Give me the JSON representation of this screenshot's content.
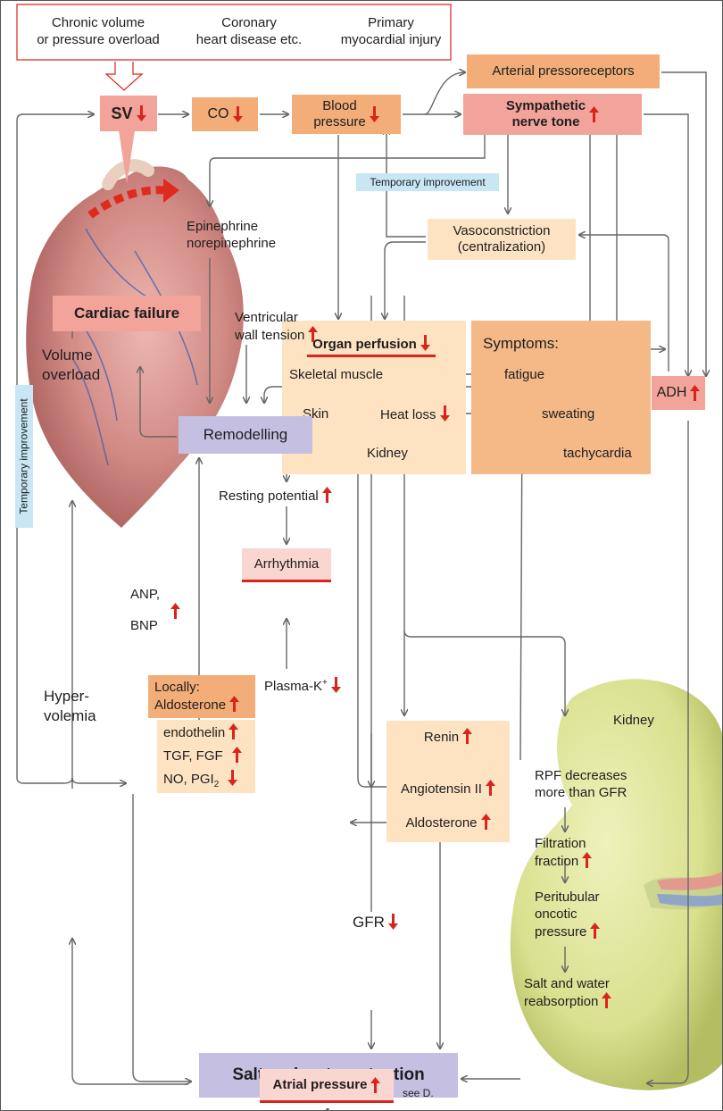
{
  "causes": {
    "c1": [
      "Chronic volume",
      "or pressure overload"
    ],
    "c2": [
      "Coronary",
      "heart disease etc."
    ],
    "c3": [
      "Primary",
      "myocardial injury"
    ]
  },
  "nodes": {
    "sv": "SV",
    "co": "CO",
    "bp": [
      "Blood",
      "pressure"
    ],
    "baro": "Arterial pressoreceptors",
    "symp": [
      "Sympathetic",
      "nerve tone"
    ],
    "temp1": "Temporary improvement",
    "temp2": "Temporary improvement",
    "epi": [
      "Epinephrine",
      "norepinephrine"
    ],
    "vaso": [
      "Vasoconstriction",
      "(centralization)"
    ],
    "cardiac_failure": "Cardiac failure",
    "organ": "Organ perfusion",
    "skeletal": "Skeletal muscle",
    "skin": "Skin",
    "heat": "Heat loss",
    "kidney_row": "Kidney",
    "symptoms": "Symptoms:",
    "fatigue": "fatigue",
    "sweating": "sweating",
    "tachy": "tachycardia",
    "vwt": [
      "Ventricular",
      "wall tension"
    ],
    "volume_overload": [
      "Volume",
      "overload"
    ],
    "adh": "ADH",
    "remodelling": "Remodelling",
    "resting": "Resting potential",
    "arrhythmia": "Arrhythmia",
    "anp": [
      "ANP,",
      "BNP"
    ],
    "hyper": [
      "Hyper-",
      "volemia"
    ],
    "locally": [
      "Locally:",
      "Aldosterone"
    ],
    "endothelin": "endothelin",
    "tgf": "TGF, FGF",
    "no": "NO, PGI",
    "no_sub": "2",
    "plasma": "Plasma-K",
    "plasma_sup": "+",
    "renin": "Renin",
    "ang": "Angiotensin II",
    "aldo": "Aldosterone",
    "gfr": "GFR",
    "kidney_label": "Kidney",
    "rpf": [
      "RPF decreases",
      "more than GFR"
    ],
    "ff": [
      "Filtration",
      "fraction"
    ],
    "pot": [
      "Peritubular",
      "oncotic",
      "pressure"
    ],
    "swr": [
      "Salt and water",
      "reabsorption"
    ],
    "saltwater": "Salt and water retention",
    "atrial": "Atrial pressure",
    "seed": "see D."
  },
  "colors": {
    "orange": "#f2ad78",
    "salmon": "#f2a39a",
    "pale": "#fde3c2",
    "lavender": "#c5c0e2",
    "blue": "#c8e6f4",
    "arrow_red": "#d9241d",
    "line_gray": "#666666"
  }
}
